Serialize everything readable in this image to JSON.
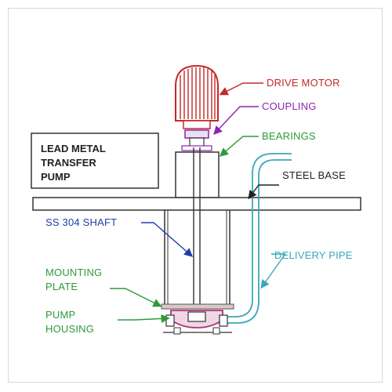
{
  "title_lines": [
    "LEAD METAL",
    "TRANSFER",
    "PUMP"
  ],
  "labels": {
    "drive_motor": "DRIVE MOTOR",
    "coupling": "COUPLING",
    "bearings": "BEARINGS",
    "steel_base": "STEEL BASE",
    "shaft": "SS 304 SHAFT",
    "delivery_pipe": "DELIVERY PIPE",
    "mounting_plate_1": "MOUNTING",
    "mounting_plate_2": "PLATE",
    "pump_housing_1": "PUMP",
    "pump_housing_2": "HOUSING"
  },
  "colors": {
    "drive_motor": "#c62828",
    "coupling": "#8e24aa",
    "bearings": "#2e9a3a",
    "steel_base": "#222222",
    "shaft": "#1f3fa8",
    "delivery_pipe": "#3aa7b8",
    "mounting_plate": "#2e9a3a",
    "pump_housing": "#2e9a3a",
    "motor_body": "#c62828",
    "housing_part": "#b4337a"
  }
}
